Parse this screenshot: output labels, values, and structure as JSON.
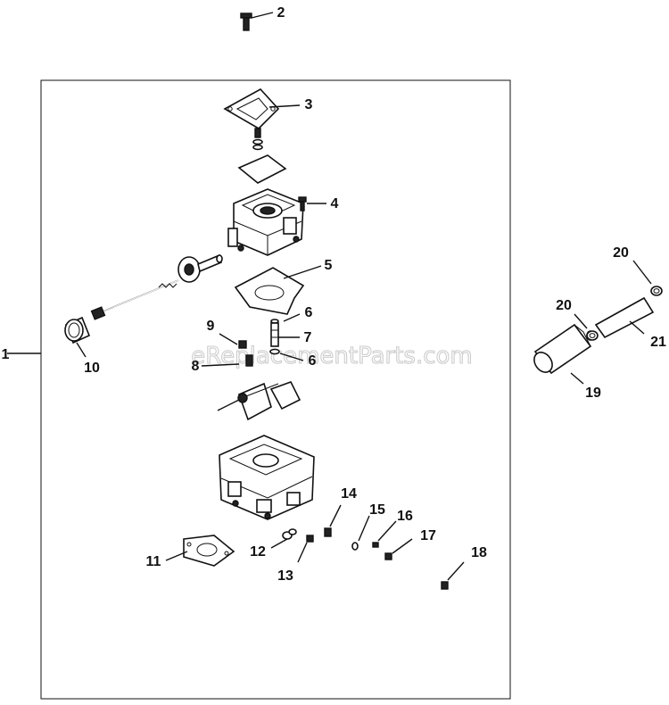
{
  "watermark": "eReplacementParts.com",
  "callouts": [
    "1",
    "2",
    "3",
    "4",
    "5",
    "6",
    "6",
    "7",
    "8",
    "9",
    "10",
    "11",
    "12",
    "13",
    "14",
    "15",
    "16",
    "17",
    "18",
    "19",
    "20",
    "20",
    "21"
  ]
}
